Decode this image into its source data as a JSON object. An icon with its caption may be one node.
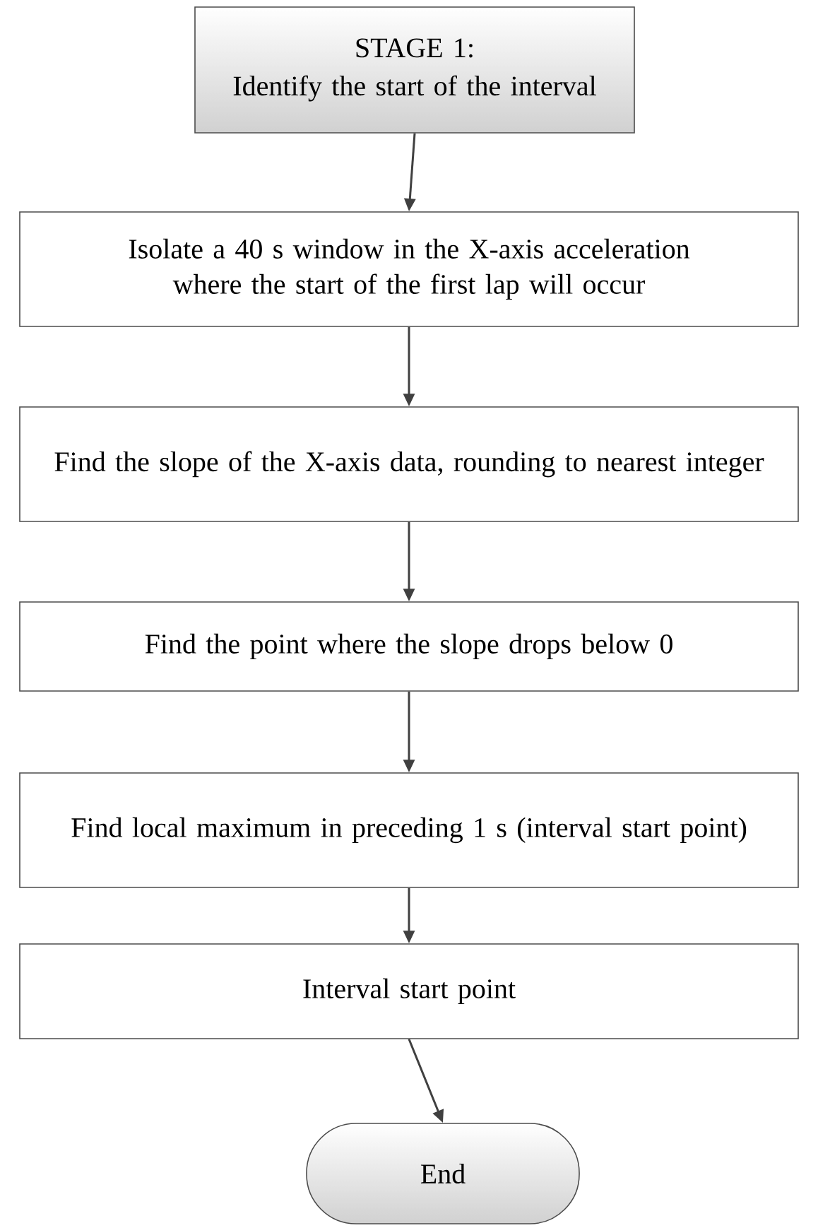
{
  "diagram": {
    "nodes": [
      {
        "text": [
          "STAGE 1:",
          "Identify the start of the interval"
        ]
      },
      {
        "text": [
          "Isolate a 40 s window in the X-axis acceleration where the start of the first lap will occur"
        ]
      },
      {
        "text": [
          "Find the slope of the X-axis data, rounding to nearest integer"
        ]
      },
      {
        "text": [
          "Find the point where the slope drops below 0"
        ]
      },
      {
        "text": [
          "Find local maximum in preceding 1 s (interval start point)"
        ]
      },
      {
        "text": [
          "Interval start point"
        ]
      },
      {
        "text": [
          "End"
        ]
      }
    ],
    "edges": [
      {
        "from": 0,
        "to": 1,
        "arrow": "to"
      },
      {
        "from": 1,
        "to": 2,
        "arrow": "to"
      },
      {
        "from": 2,
        "to": 3,
        "arrow": "to"
      },
      {
        "from": 3,
        "to": 4,
        "arrow": "to"
      },
      {
        "from": 4,
        "to": 5,
        "arrow": "to"
      },
      {
        "from": 5,
        "to": 6,
        "arrow": "to"
      }
    ]
  }
}
